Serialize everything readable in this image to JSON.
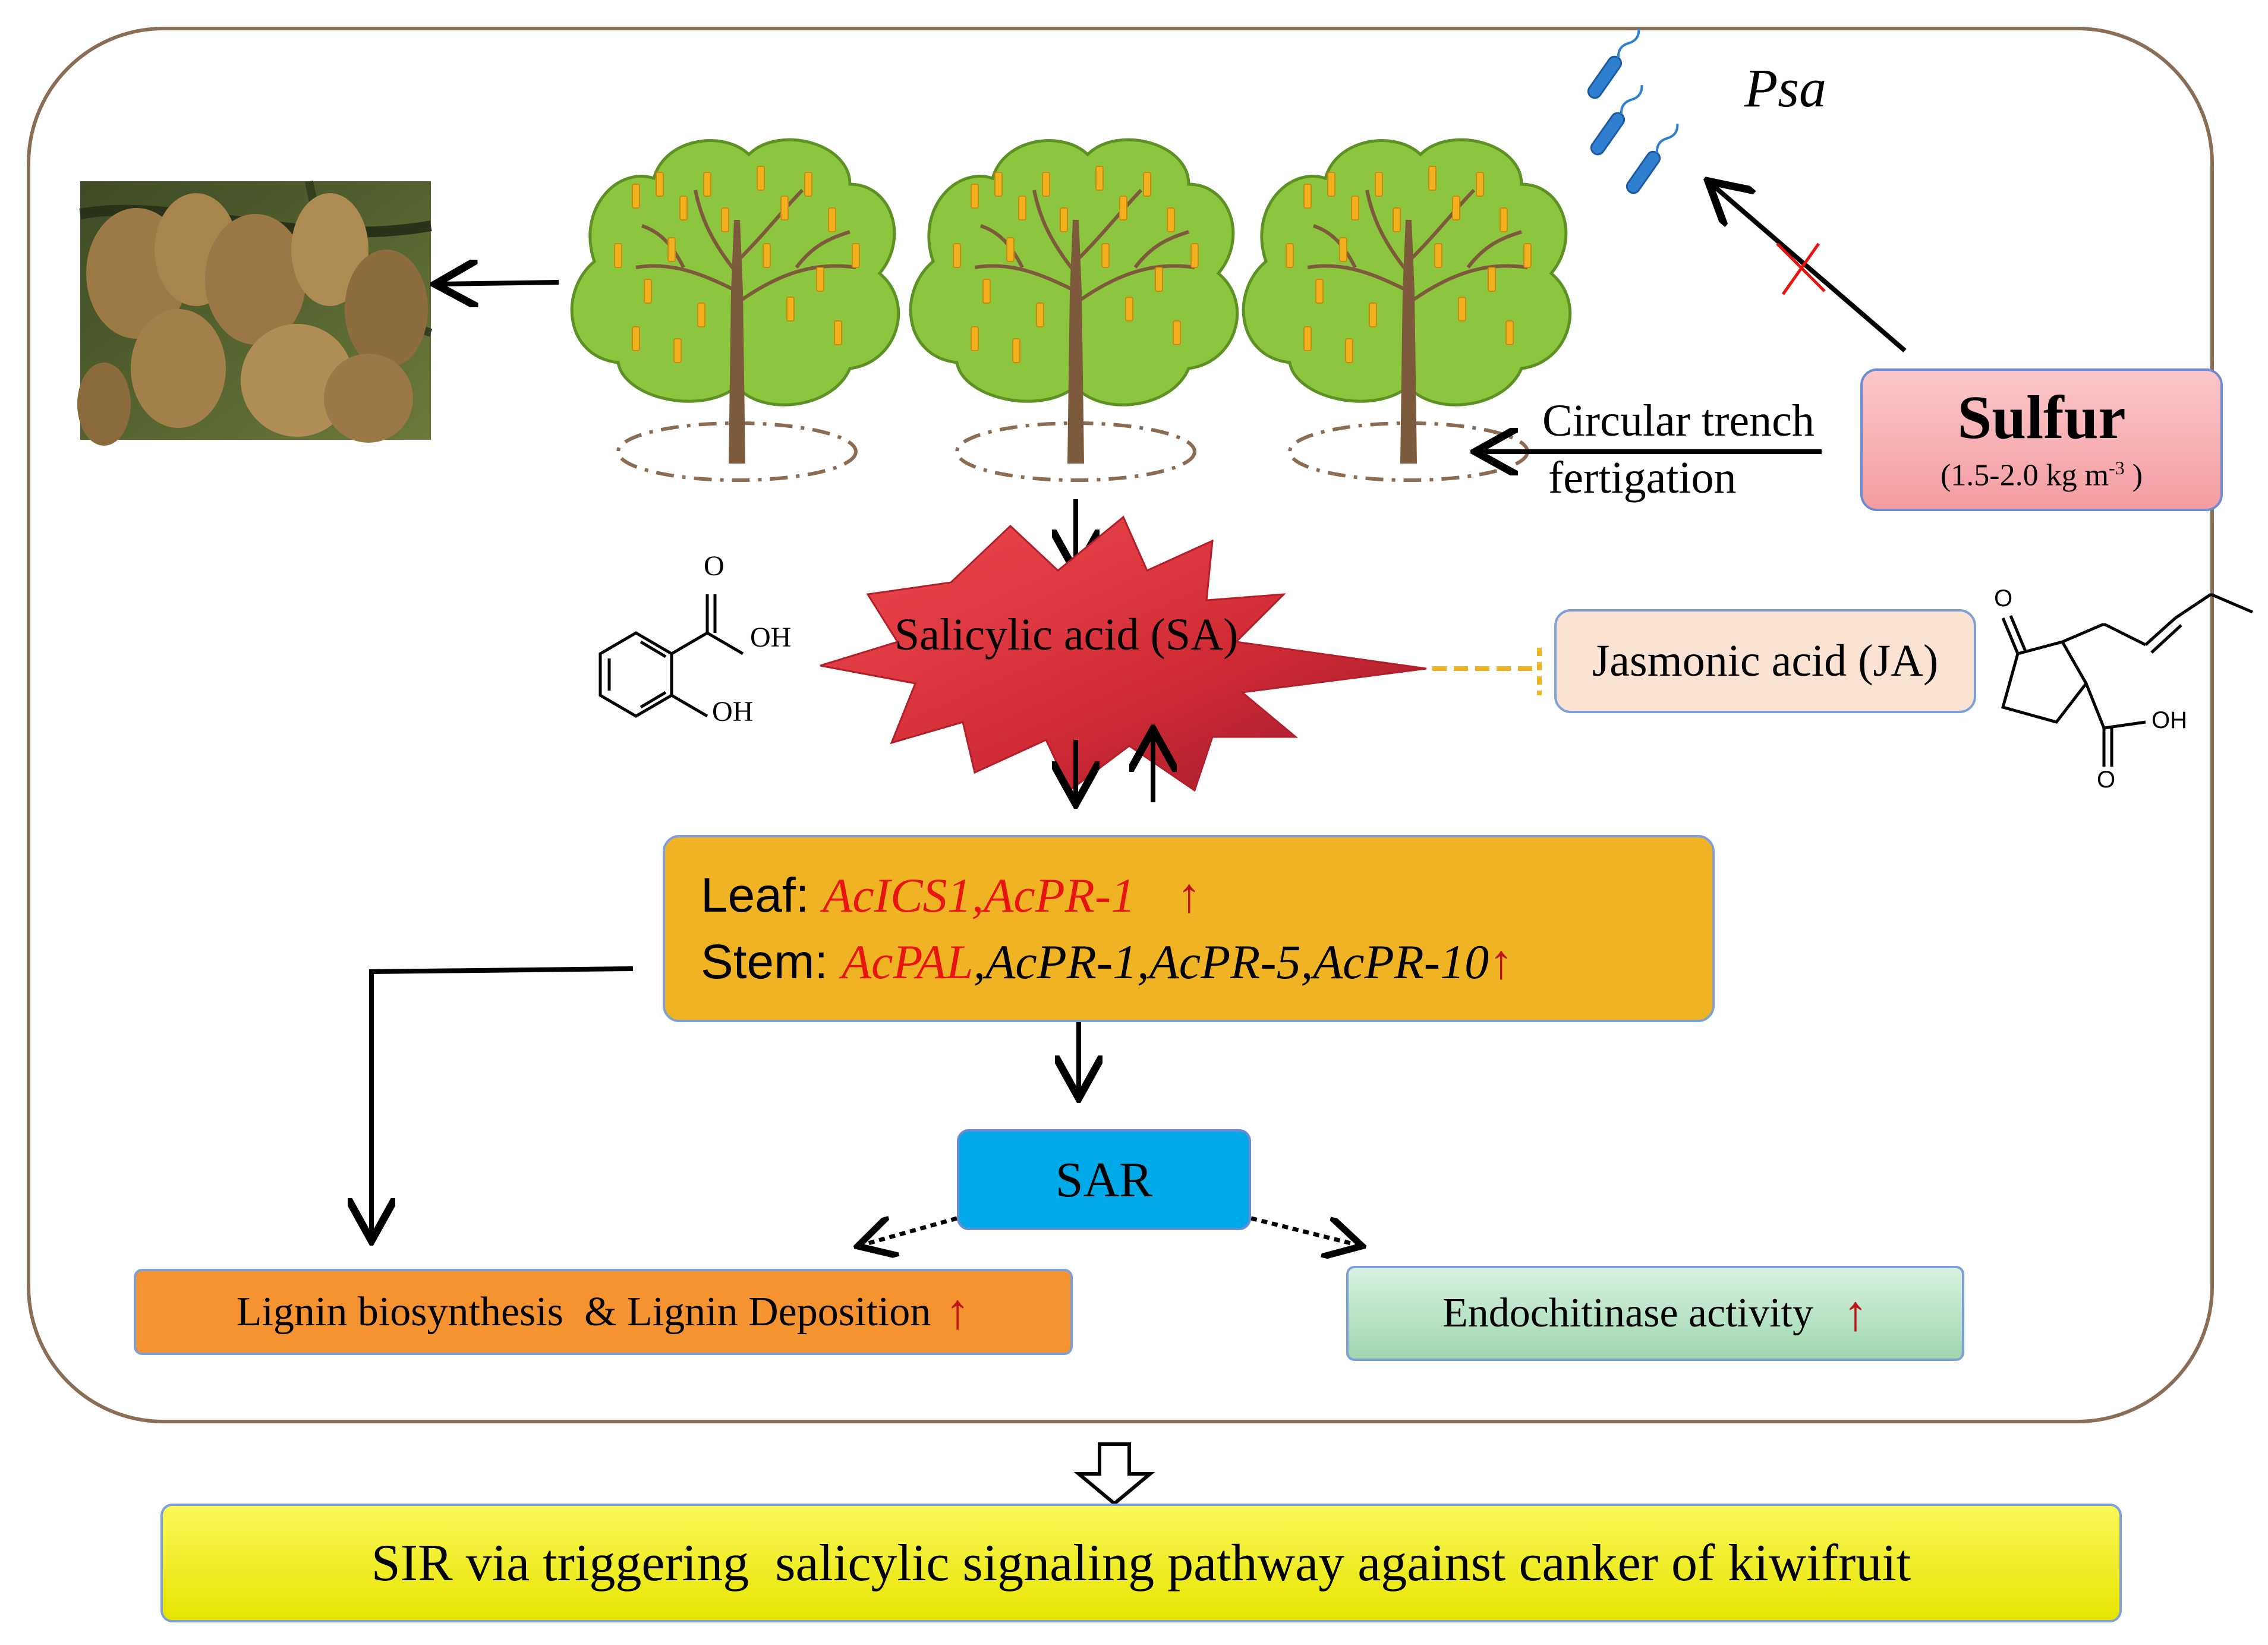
{
  "pathogen": {
    "label": "Psa"
  },
  "sulfur": {
    "title": "Sulfur",
    "dose": "(1.5-2.0 kg m",
    "dose_sup": "-3",
    "dose_end": " )"
  },
  "application": {
    "line1": "Circular trench",
    "line2": "fertigation"
  },
  "salicylic_acid": {
    "label": "Salicylic acid (SA)",
    "structure_oh1": "OH",
    "structure_oh2": "OH",
    "structure_o": "O"
  },
  "jasmonic_acid": {
    "label": "Jasmonic acid (JA)",
    "structure_o1": "O",
    "structure_oh": "OH",
    "structure_o2": "O"
  },
  "genes": {
    "leaf_prefix": "Leaf: ",
    "leaf_genes_red": "AcICS1,AcPR-1",
    "stem_prefix": "Stem: ",
    "stem_gene_red": "AcPAL",
    "stem_genes_black": ",AcPR-1,AcPR-5,AcPR-10",
    "up_arrow": "↑"
  },
  "sar": {
    "label": "SAR"
  },
  "lignin": {
    "label": "Lignin biosynthesis  & Lignin Deposition",
    "up_arrow": "↑"
  },
  "endochitinase": {
    "label": "Endochitinase activity",
    "up_arrow": "↑"
  },
  "conclusion": {
    "label": "SIR via triggering  salicylic signaling pathway against canker of kiwifruit"
  },
  "colors": {
    "frame": "#8a6d55",
    "sulfur_box": "#f6a5a8",
    "ja_box": "#fbe3d3",
    "gene_box": "#f0b323",
    "sar_box": "#00a9e8",
    "lignin_box": "#f59331",
    "endochitinase_box": "#b6e3c4",
    "conclusion_box": "#f5f000",
    "sa_star": "#e5323b",
    "highlight_red": "#e8140f"
  }
}
